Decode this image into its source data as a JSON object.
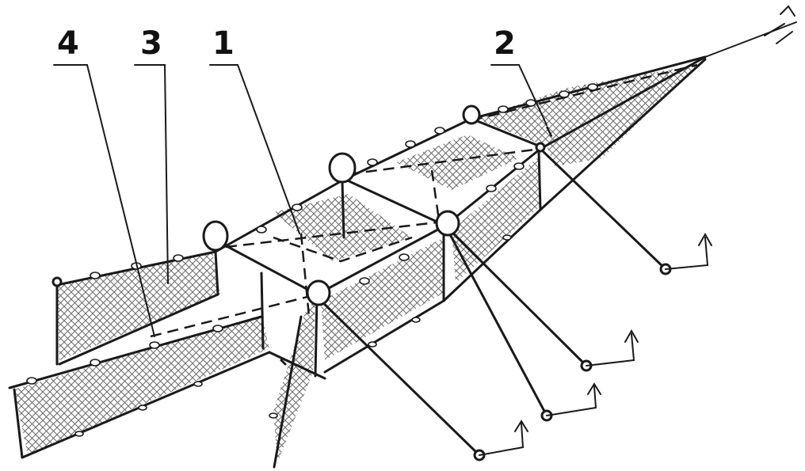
{
  "labels": [
    {
      "id": "label-4",
      "text": "4"
    },
    {
      "id": "label-3",
      "text": "3"
    },
    {
      "id": "label-1",
      "text": "1"
    },
    {
      "id": "label-2",
      "text": "2"
    }
  ],
  "colors": {
    "ink": "#1a1a1a",
    "netting": "#6a6a6a",
    "background": "#ffffff"
  }
}
